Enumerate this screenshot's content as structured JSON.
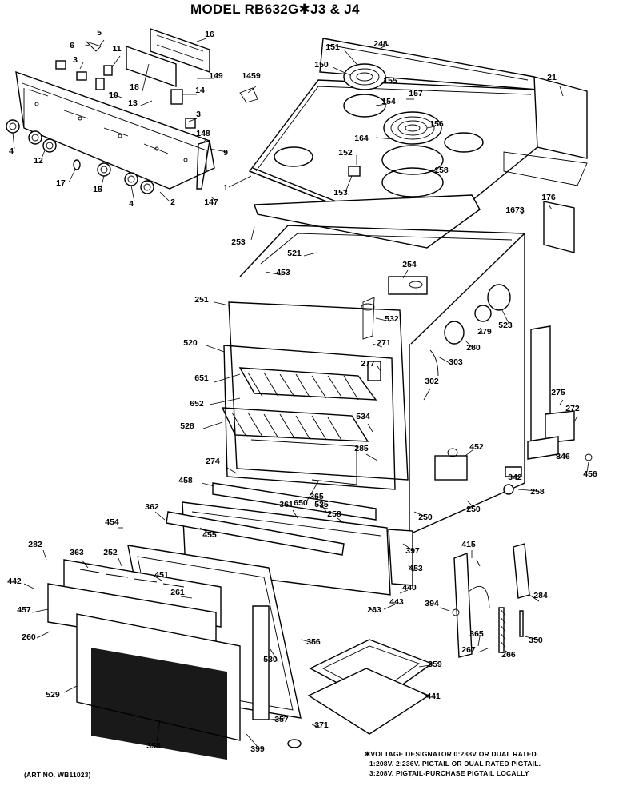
{
  "title": "MODEL RB632G✱J3 & J4",
  "footnote": {
    "line1": "✱VOLTAGE DESIGNATOR 0:238V OR DUAL RATED.",
    "line2": "1:208V. 2:236V. PIGTAIL OR DUAL RATED PIGTAIL.",
    "line3": "3:208V. PIGTAIL-PURCHASE PIGTAIL LOCALLY"
  },
  "art_number": "(ART NO. WB11023)",
  "part_labels": [
    "5",
    "6",
    "16",
    "151",
    "248",
    "3",
    "11",
    "149",
    "1459",
    "150",
    "155",
    "21",
    "157",
    "18",
    "10",
    "14",
    "154",
    "4",
    "12",
    "13",
    "3",
    "164",
    "156",
    "148",
    "9",
    "152",
    "158",
    "17",
    "15",
    "4",
    "2",
    "1",
    "153",
    "147",
    "176",
    "1673",
    "253",
    "521",
    "254",
    "453",
    "251",
    "532",
    "279",
    "523",
    "271",
    "280",
    "520",
    "277",
    "303",
    "302",
    "651",
    "652",
    "534",
    "275",
    "272",
    "528",
    "285",
    "452",
    "274",
    "346",
    "456",
    "342",
    "258",
    "458",
    "650",
    "535",
    "250",
    "258",
    "250",
    "361",
    "365",
    "455",
    "362",
    "454",
    "397",
    "282",
    "415",
    "363",
    "252",
    "453",
    "440",
    "451",
    "443",
    "442",
    "261",
    "284",
    "394",
    "457",
    "283",
    "365",
    "260",
    "267",
    "266",
    "350",
    "356",
    "530",
    "359",
    "529",
    "441",
    "357",
    "371",
    "358",
    "399"
  ],
  "colors": {
    "ink": "#000000",
    "paper": "#ffffff"
  }
}
